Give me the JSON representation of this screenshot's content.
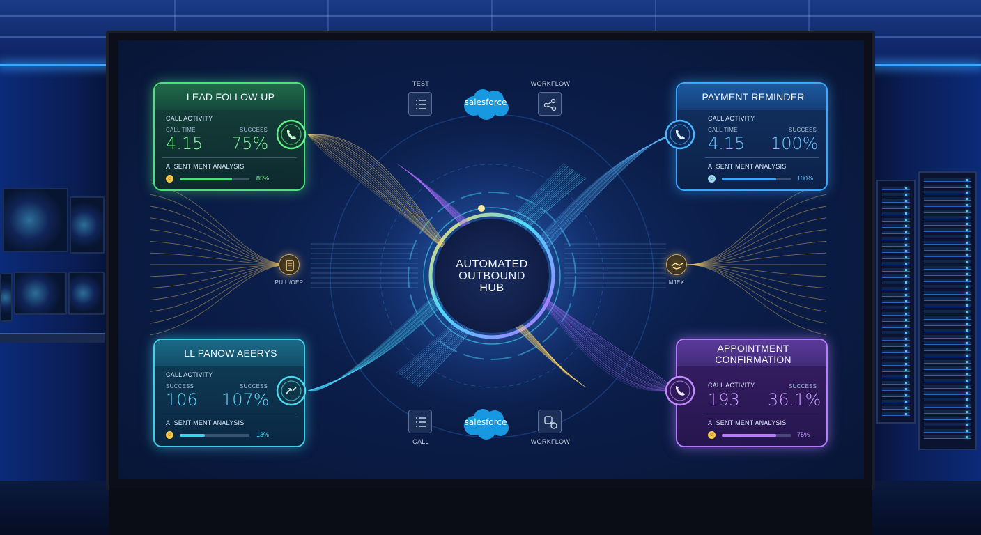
{
  "hub": {
    "line1": "AUTOMATED",
    "line2": "OUTBOUND",
    "line3": "HUB"
  },
  "top_row": {
    "left_label": "TEST",
    "right_label": "WORKFLOW",
    "salesforce": "salesforce",
    "left_icon": "list-icon",
    "right_icon": "workflow-icon"
  },
  "bottom_row": {
    "left_label": "CALL",
    "right_label": "WORKFLOW",
    "salesforce": "salesforce",
    "left_icon": "list-icon",
    "right_icon": "workflow-icon"
  },
  "side_nodes": {
    "left_label": "PUIU/OEP",
    "right_label": "MJEX",
    "left_icon": "document-icon",
    "right_icon": "handshake-icon"
  },
  "cards": {
    "lead_followup": {
      "title": "LEAD FOLLOW-UP",
      "section": "CALL ACTIVITY",
      "col1_label": "CALL TIME",
      "col1_value": "4.15",
      "col2_label": "SUCCESS",
      "col2_value": "75%",
      "sentiment_label": "AI SENTIMENT ANALYSIS",
      "sentiment_pct": "85%",
      "sentiment_fill": 0.75,
      "accent": "#4ee07a"
    },
    "payment_reminder": {
      "title": "PAYMENT REMINDER",
      "section": "CALL ACTIVITY",
      "col1_label": "CALL TIME",
      "col1_value": "4.15",
      "col2_label": "SUCCESS",
      "col2_value": "100%",
      "sentiment_label": "AI SENTIMENT ANALYSIS",
      "sentiment_pct": "100%",
      "sentiment_fill": 0.78,
      "accent": "#3aa8ff"
    },
    "bottom_left": {
      "title": "LL PANOW AEERYS",
      "section": "CALL ACTIVITY",
      "col1_label": "SUCCESS",
      "col1_value": "106",
      "col2_label": "SUCCESS",
      "col2_value": "107%",
      "sentiment_label": "AI SENTIMENT ANALYSIS",
      "sentiment_pct": "13%",
      "sentiment_fill": 0.36,
      "accent": "#3fd0e8"
    },
    "appointment_confirmation": {
      "title_line1": "APPOINTMENT",
      "title_line2": "CONFIRMATION",
      "section": "CALL ACTIVITY",
      "col2_label": "SUCCESS",
      "col1_value": "193",
      "col2_value": "36.1%",
      "sentiment_label": "AI SENTIMENT ANALYSIS",
      "sentiment_pct": "75%",
      "sentiment_fill": 0.78,
      "accent": "#b67bff"
    }
  }
}
